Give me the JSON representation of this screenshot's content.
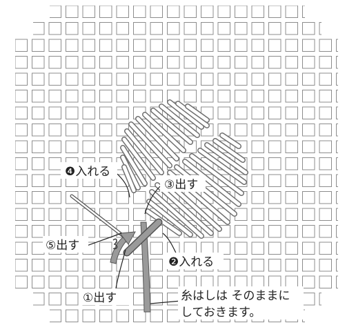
{
  "colors": {
    "background": "#ffffff",
    "grid_line": "#8c8c8c",
    "stitch_outline": "#6e6e6e",
    "thread_fill": "#9a9a9a",
    "label_text": "#222222"
  },
  "labels": {
    "step4": "❹入れる",
    "step3": "③出す",
    "step5": "⑤出す",
    "step2": "❷入れる",
    "step1": "①出す",
    "note_line1": "糸はしは そのままに",
    "note_line2": "しておきます。"
  },
  "icons": {
    "needle": "needle-icon",
    "thread": "thread-icon",
    "stitches": "satin-stitch-pattern"
  }
}
